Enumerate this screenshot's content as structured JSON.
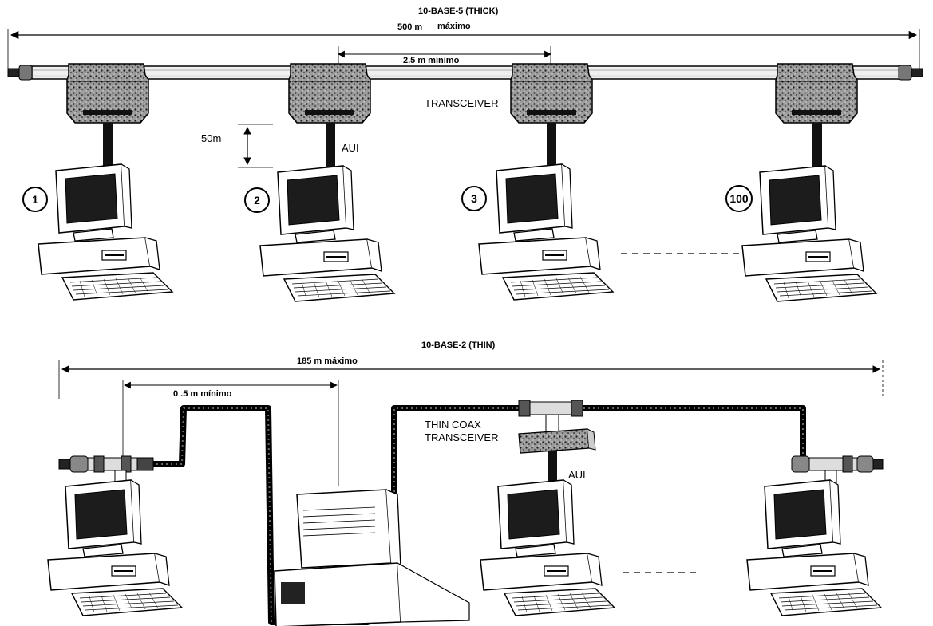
{
  "thick": {
    "title": "10-BASE-5 (THICK)",
    "max_label": "500 m",
    "max_word": "máximo",
    "min_label": "2.5 m mínimo",
    "transceiver_label": "TRANSCEIVER",
    "drop_label": "50m",
    "aui_label": "AUI",
    "stations": [
      "1",
      "2",
      "3",
      "100"
    ]
  },
  "thin": {
    "title": "10-BASE-2 (THIN)",
    "max_label": "185 m máximo",
    "min_label": "0 .5 m mínimo",
    "transceiver_line1": "THIN COAX",
    "transceiver_line2": "TRANSCEIVER",
    "aui_label": "AUI"
  },
  "colors": {
    "ink": "#000000",
    "cable_fill": "#e8e8e8",
    "speckle": "#3a3a3a",
    "screen": "#1c1c1c"
  },
  "icons": {
    "thick_cable": "coax-cable-icon",
    "transceiver": "transceiver-icon",
    "computer": "computer-icon",
    "terminator": "terminator-icon",
    "t_connector": "t-connector-icon"
  }
}
